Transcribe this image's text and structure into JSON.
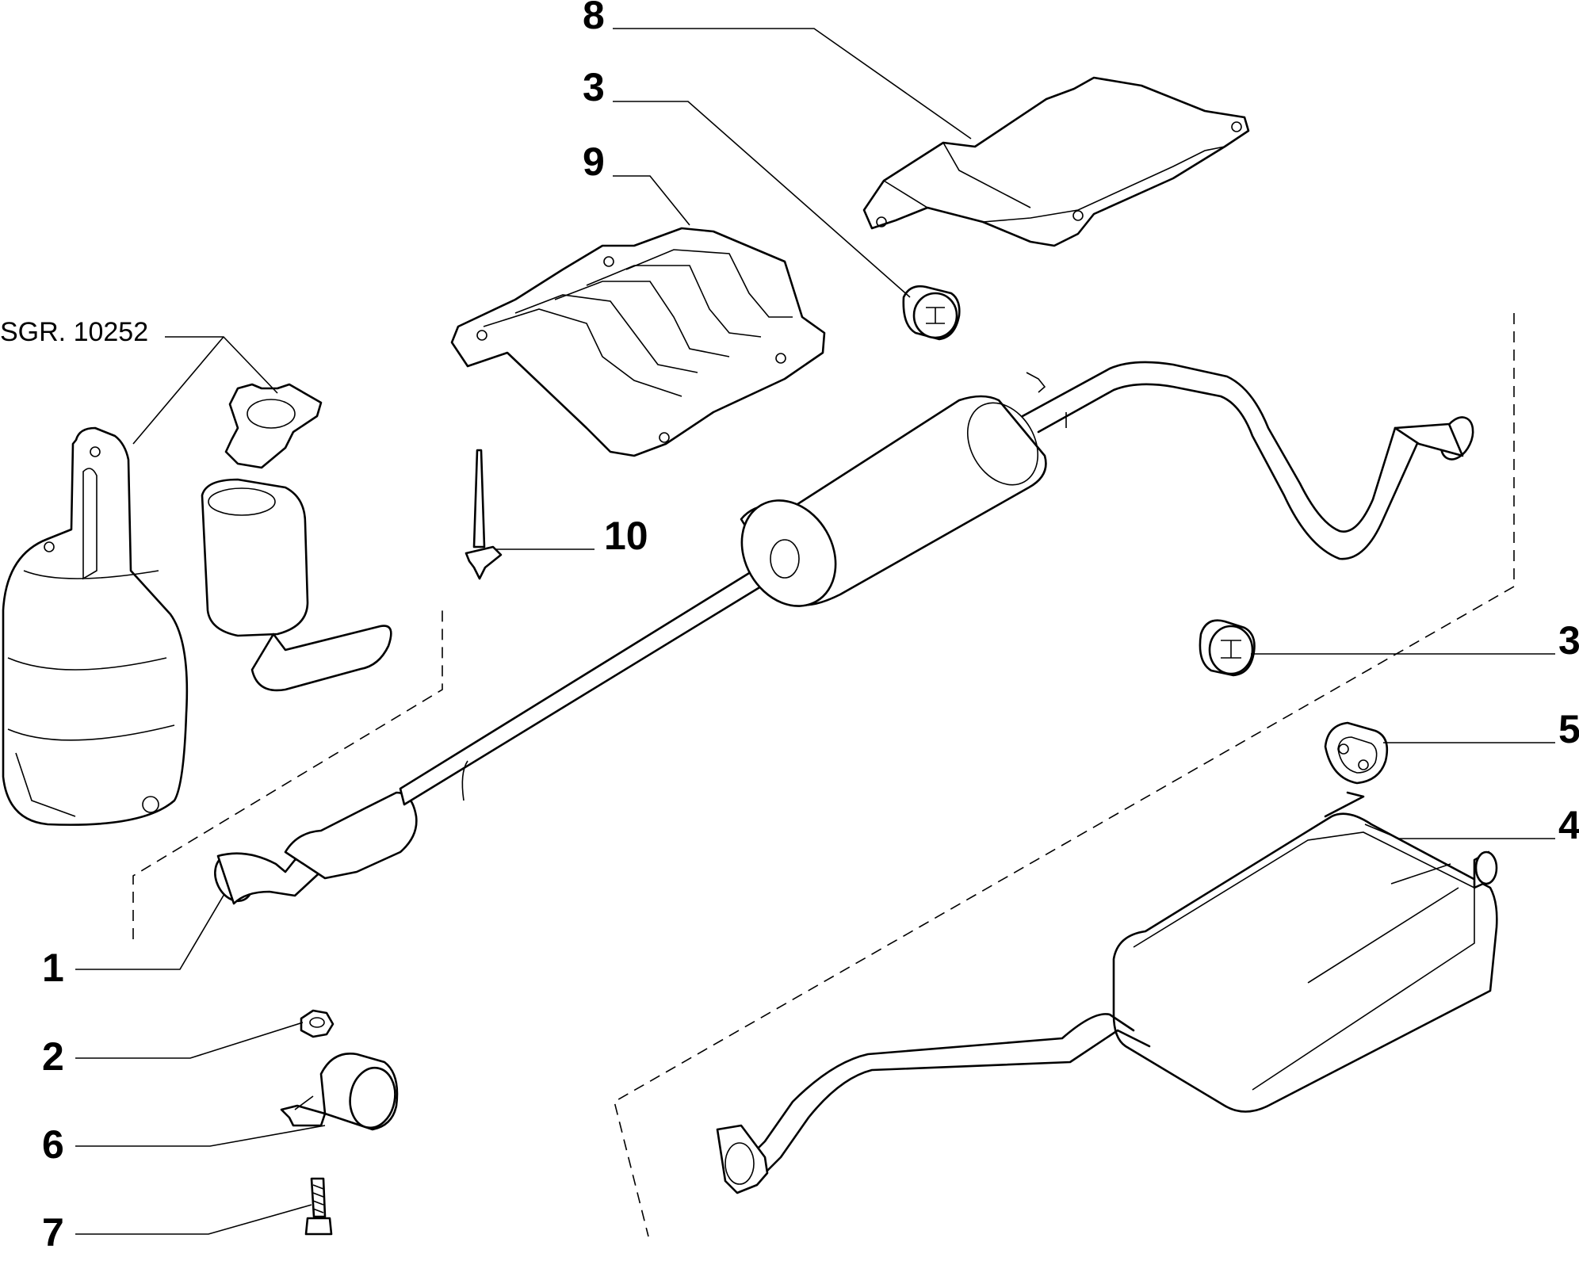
{
  "diagram": {
    "group_reference": "SGR. 10252",
    "callouts": {
      "c1": "1",
      "c2": "2",
      "c3a": "3",
      "c3b": "3",
      "c4": "4",
      "c5": "5",
      "c6": "6",
      "c7": "7",
      "c8": "8",
      "c9": "9",
      "c10": "10"
    }
  }
}
